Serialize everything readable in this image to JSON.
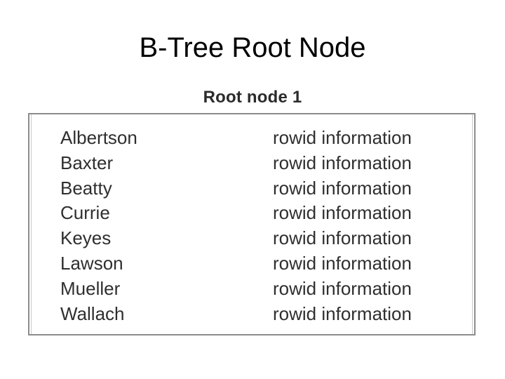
{
  "slide": {
    "title": "B-Tree Root Node"
  },
  "figure": {
    "caption": "Root node 1",
    "entries": [
      {
        "key": "Albertson",
        "rowid": "rowid information"
      },
      {
        "key": "Baxter",
        "rowid": "rowid information"
      },
      {
        "key": "Beatty",
        "rowid": "rowid information"
      },
      {
        "key": "Currie",
        "rowid": "rowid information"
      },
      {
        "key": "Keyes",
        "rowid": "rowid information"
      },
      {
        "key": "Lawson",
        "rowid": "rowid information"
      },
      {
        "key": "Mueller",
        "rowid": "rowid information"
      },
      {
        "key": "Wallach",
        "rowid": "rowid information"
      }
    ]
  }
}
